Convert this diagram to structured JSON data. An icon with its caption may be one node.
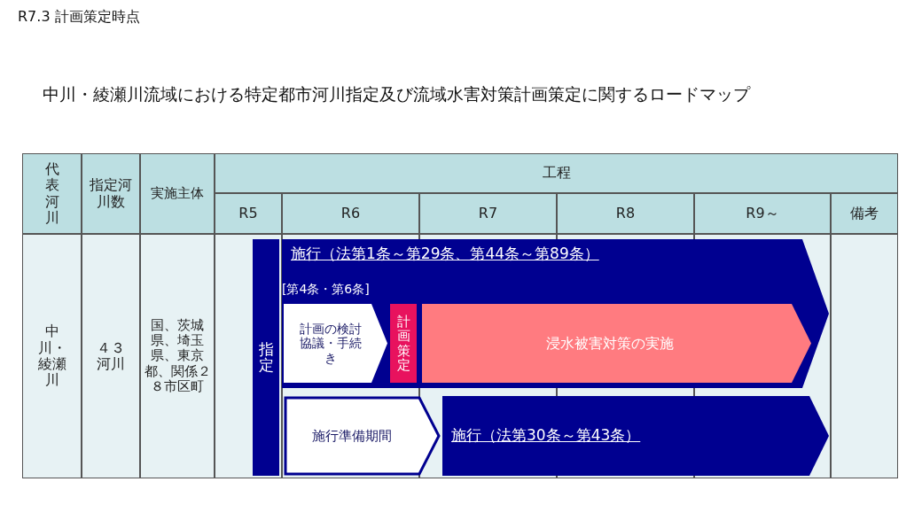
{
  "diagram": {
    "title": "中川・綾瀬川流域における特定都市河川指定及び流域水害対策計画策定に関するロードマップ",
    "nodes": [
      {
        "text": [
          "施行（法第1条～第29条、第44条～第89条）",
          "[第4条・第6条]"
        ]
      },
      {
        "text": [
          "指定"
        ]
      },
      {
        "text": [
          "計画の検討協議・手続き"
        ],
        "in": 0
      },
      {
        "text": [
          "計画策定"
        ],
        "in": 0
      },
      {
        "text": [
          "浸水被害対策の実施"
        ],
        "in": 0
      },
      {
        "text": [
          "施行準備期間"
        ]
      },
      {
        "text": [
          "施行（法第30条～第43条）"
        ]
      }
    ],
    "edges": [],
    "labels": [
      "R7.3 計画策定時点",
      "代表河川",
      "指定河川数",
      "実施主体",
      "工程",
      "R5",
      "R6",
      "R7",
      "R8",
      "R9～",
      "備考",
      "中川・綾瀬川",
      "４３河川",
      "国、茨城県、埼玉県、東京都、関係２８市区町"
    ]
  }
}
